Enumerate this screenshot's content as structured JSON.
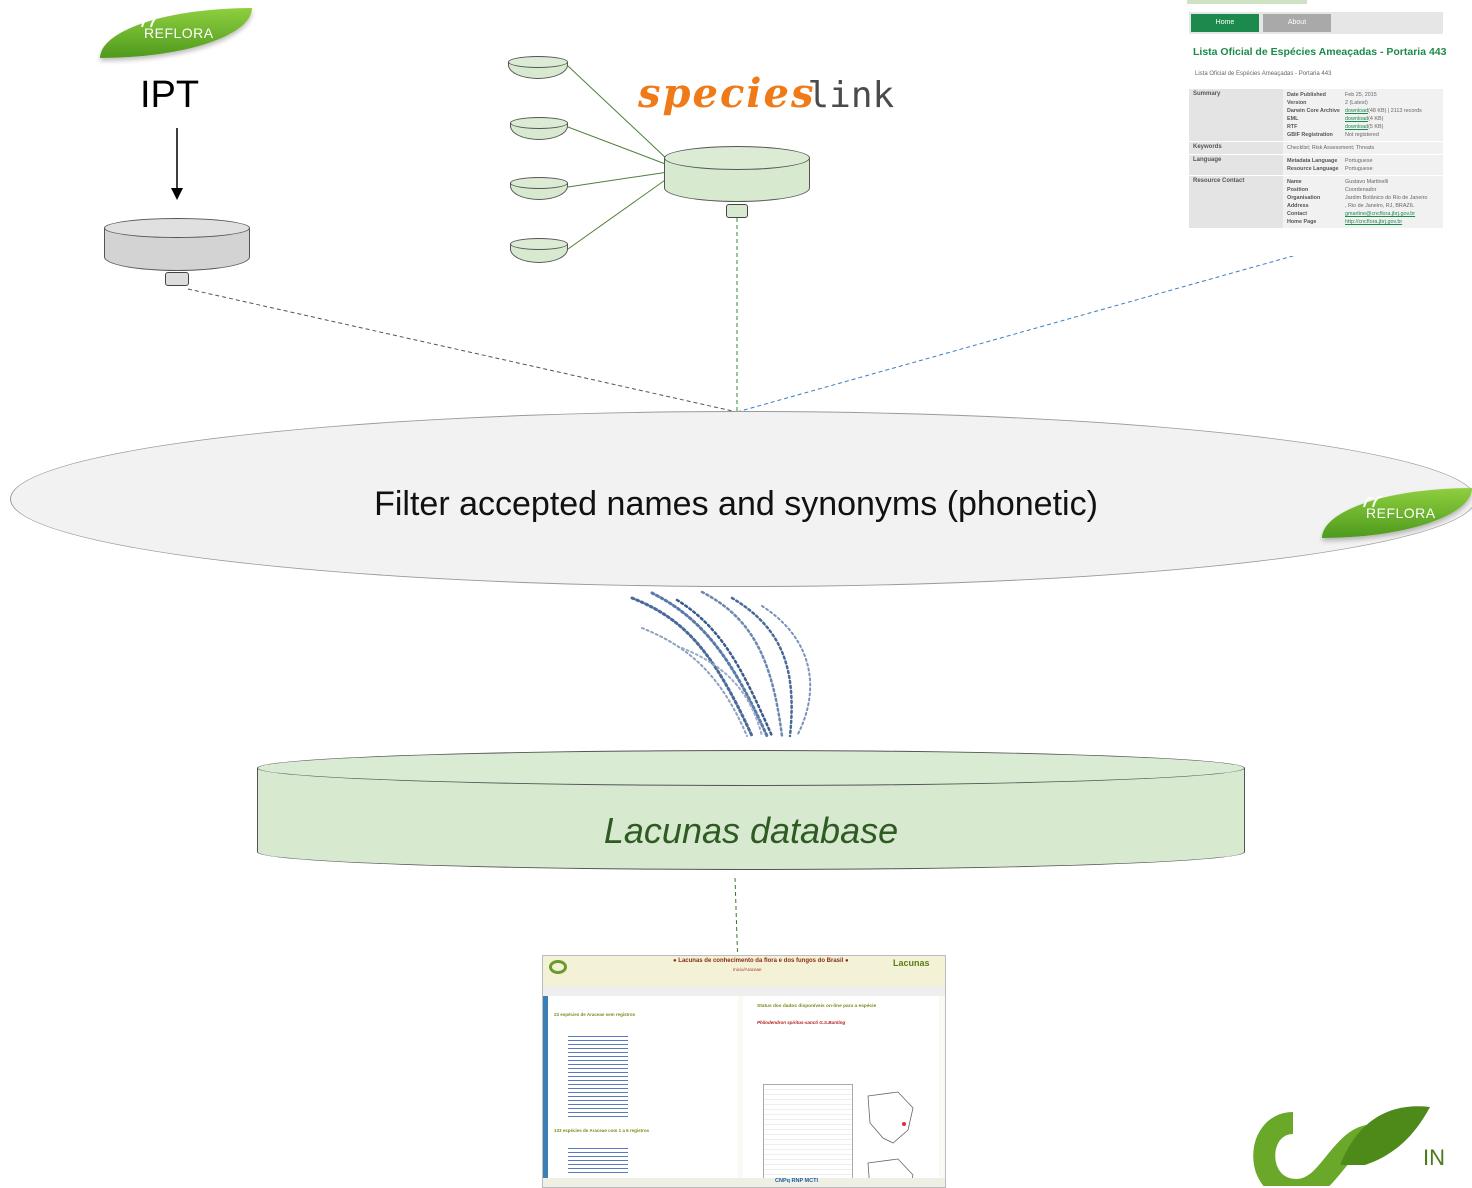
{
  "reflora_logo": {
    "label": "REFLORA"
  },
  "ipt": {
    "label": "IPT"
  },
  "specieslink": {
    "part1": "species",
    "part2": "link"
  },
  "ipt_page": {
    "nav": [
      "Home",
      "About"
    ],
    "title": "Lista Oficial de Espécies Ameaçadas - Portaria 443",
    "subtitle": "Lista Oficial de Espécies Ameaçadas - Portaria 443",
    "sections": [
      {
        "name": "Summary",
        "rows": [
          {
            "k": "Date Published",
            "v": "Feb 25, 2015"
          },
          {
            "k": "Version",
            "v": "2 (Latest)"
          },
          {
            "k": "Darwin Core Archive",
            "v": "download",
            "v2": " (48 KB) | 2113 records"
          },
          {
            "k": "EML",
            "v": "download",
            "v2": " (4 KB)"
          },
          {
            "k": "RTF",
            "v": "download",
            "v2": " (5 KB)"
          },
          {
            "k": "GBIF Registration",
            "v": "Not registered"
          }
        ]
      },
      {
        "name": "Keywords",
        "text": "Checklist; Risk Assessment; Threats"
      },
      {
        "name": "Language",
        "rows": [
          {
            "k": "Metadata Language",
            "v": "Portuguese"
          },
          {
            "k": "Resource Language",
            "v": "Portuguese"
          }
        ]
      },
      {
        "name": "Resource Contact",
        "rows": [
          {
            "k": "Name",
            "v": "Gustavo Martinelli"
          },
          {
            "k": "Position",
            "v": "Coordenador"
          },
          {
            "k": "Organisation",
            "v": "Jardim Botânico do Rio de Janeiro"
          },
          {
            "k": "Address",
            "v": ", Rio de Janeiro, RJ, BRAZIL"
          },
          {
            "k": "Contact",
            "v": "gmartine@cncflora.jbrj.gov.br"
          },
          {
            "k": "Home Page",
            "v": "http://cncflora.jbrj.gov.br"
          }
        ]
      }
    ]
  },
  "filter": {
    "label": "Filter accepted names and synonyms (phonetic)"
  },
  "database": {
    "label": "Lacunas database"
  },
  "app": {
    "title": "● Lacunas de conhecimento da flora e dos fungos do Brasil ●",
    "subtitle": "Inicio/Araceae",
    "logo": "Lacunas",
    "left_heading_1": "23 espécies de Araceae sem registros",
    "left_heading_2": "133 espécies de Araceae com 1 a 5 registros",
    "right_title": "Status dos dados disponíveis on-line para a espécie",
    "right_species": "Philodendron spiritus-sancti G.S.Bunting",
    "footer_logos": "CNPq  RNP  MCTI"
  },
  "inct": {
    "label": "IN"
  }
}
